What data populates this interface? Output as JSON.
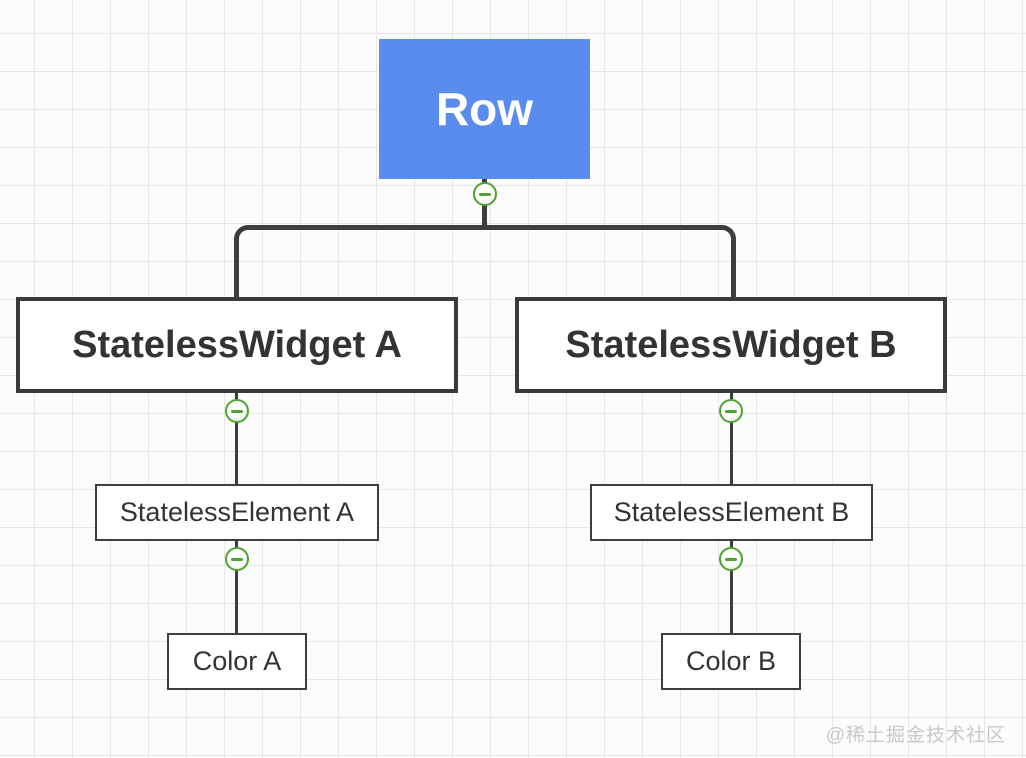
{
  "tree": {
    "root": {
      "label": "Row"
    },
    "level1": [
      {
        "label": "StatelessWidget A"
      },
      {
        "label": "StatelessWidget B"
      }
    ],
    "level2": [
      {
        "label": "StatelessElement A"
      },
      {
        "label": "StatelessElement B"
      }
    ],
    "level3": [
      {
        "label": "Color A"
      },
      {
        "label": "Color B"
      }
    ],
    "collapse_icon": "minus"
  },
  "watermark": {
    "text": "@稀土掘金技术社区"
  },
  "colors": {
    "node_fill_blue": "#5A8CEF",
    "node_text_light": "#FFFFFF",
    "box_border_strong": "#3A3A3A",
    "box_border": "#3E3E3E",
    "box_text": "#333333",
    "line": "#3D3D3D",
    "collapse_ring": "#4BA52E",
    "grid_line": "#E7E7E7",
    "background": "#FCFCFC",
    "watermark_color": "#C8C8C8"
  }
}
